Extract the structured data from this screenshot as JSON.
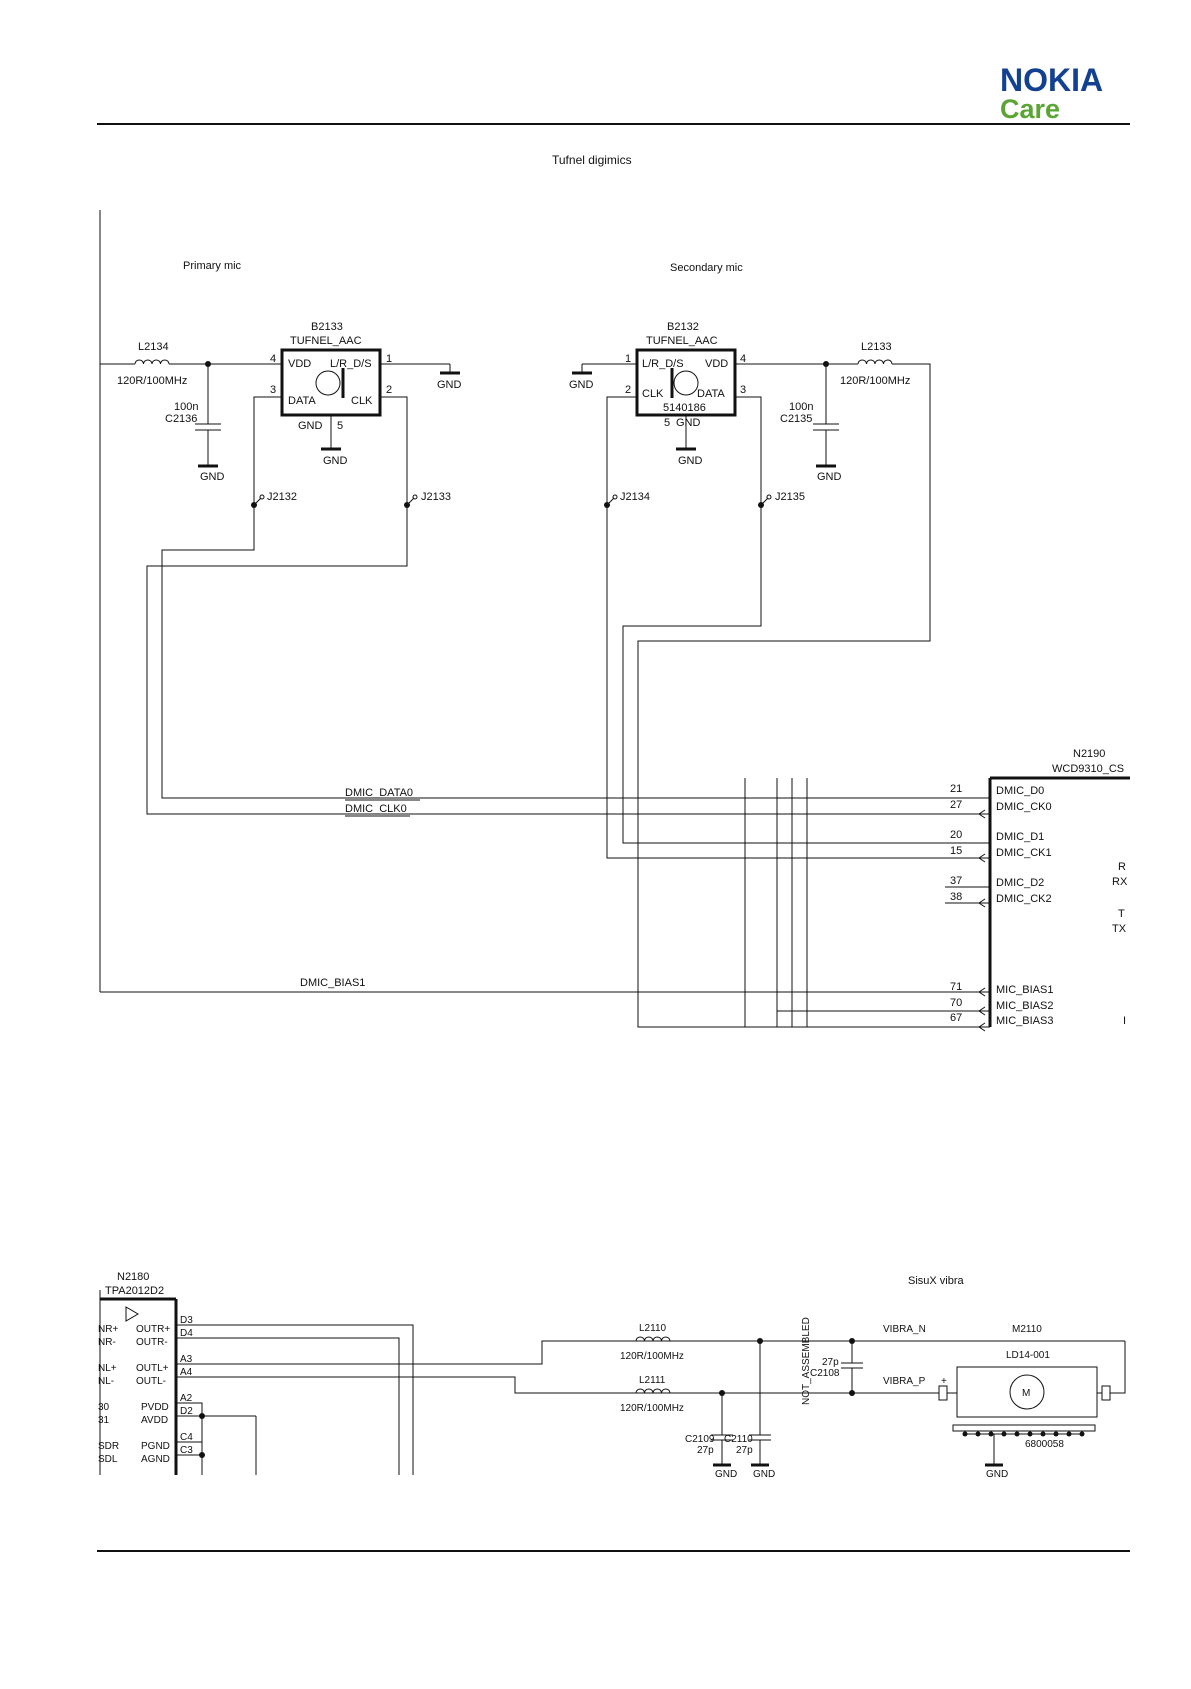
{
  "logo": {
    "brand": "NOKIA",
    "sub": "Care"
  },
  "diagram_title": "Tufnel digimics",
  "sections": {
    "primary_mic": "Primary mic",
    "secondary_mic": "Secondary mic",
    "vibra": "SisuX vibra"
  },
  "components": {
    "b2133": {
      "ref": "B2133",
      "type": "TUFNEL_AAC",
      "pins": {
        "vdd": "VDD",
        "lr": "L/R_D/S",
        "data": "DATA",
        "clk": "CLK",
        "gnd": "GND"
      },
      "pin_nums": {
        "p1": "1",
        "p2": "2",
        "p3": "3",
        "p4": "4",
        "p5": "5"
      }
    },
    "b2132": {
      "ref": "B2132",
      "type": "TUFNEL_AAC",
      "code": "5140186",
      "pins": {
        "vdd": "VDD",
        "lr": "L/R_D/S",
        "data": "DATA",
        "clk": "CLK",
        "gnd": "GND"
      },
      "pin_nums": {
        "p1": "1",
        "p2": "2",
        "p3": "3",
        "p4": "4",
        "p5": "5"
      }
    },
    "l2134": {
      "ref": "L2134",
      "value": "120R/100MHz"
    },
    "l2133": {
      "ref": "L2133",
      "value": "120R/100MHz"
    },
    "c2136": {
      "ref": "C2136",
      "value": "100n"
    },
    "c2135": {
      "ref": "C2135",
      "value": "100n"
    },
    "j2132": "J2132",
    "j2133": "J2133",
    "j2134": "J2134",
    "j2135": "J2135",
    "gnd": "GND",
    "n2190": {
      "ref": "N2190",
      "type": "WCD9310_CS",
      "pins": [
        "DMIC_D0",
        "DMIC_CK0",
        "DMIC_D1",
        "DMIC_CK1",
        "DMIC_D2",
        "DMIC_CK2",
        "MIC_BIAS1",
        "MIC_BIAS2",
        "MIC_BIAS3"
      ],
      "pin_nums": [
        "21",
        "27",
        "20",
        "15",
        "37",
        "38",
        "71",
        "70",
        "67"
      ],
      "right_partial": [
        "R",
        "RX",
        "T",
        "TX",
        "I"
      ]
    },
    "n2180": {
      "ref": "N2180",
      "type": "TPA2012D2",
      "left_partial": [
        "NR+",
        "NR-",
        "NL+",
        "NL-",
        "30",
        "31",
        "SDR",
        "SDL"
      ],
      "pins": [
        "OUTR+",
        "OUTR-",
        "OUTL+",
        "OUTL-",
        "PVDD",
        "AVDD",
        "PGND",
        "AGND"
      ],
      "pin_nums": [
        "D3",
        "D4",
        "A3",
        "A4",
        "A2",
        "D2",
        "C4",
        "C3"
      ]
    },
    "l2110": {
      "ref": "L2110",
      "value": "120R/100MHz"
    },
    "l2111": {
      "ref": "L2111",
      "value": "120R/100MHz"
    },
    "c2108": {
      "ref": "C2108",
      "value": "27p"
    },
    "c2109": {
      "ref": "C2109",
      "value": "27p"
    },
    "c2110": {
      "ref": "C2110",
      "value": "27p"
    },
    "not_assembled": "NOT_ASSEMBLED",
    "m2110": {
      "ref": "M2110",
      "type": "LD14-001",
      "code": "6800058",
      "motor": "M"
    }
  },
  "nets": {
    "dmic_data0": "DMIC_DATA0",
    "dmic_clk0": "DMIC_CLK0",
    "dmic_bias1": "DMIC_BIAS1",
    "vibra_n": "VIBRA_N",
    "vibra_p": "VIBRA_P"
  }
}
